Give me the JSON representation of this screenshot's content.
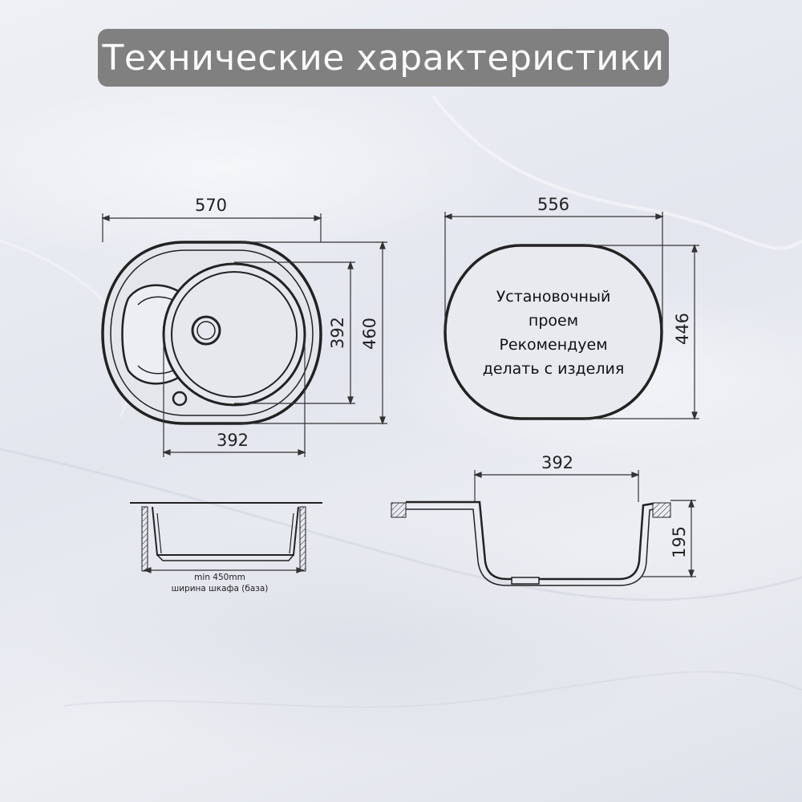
{
  "title": "Технические характеристики",
  "top_view": {
    "width": "570",
    "height": "460",
    "bowl_height": "392",
    "bowl_width": "392"
  },
  "cutout": {
    "width": "556",
    "height": "446",
    "text_lines": [
      "Установочный",
      "проем",
      "Рекомендуем",
      "делать с изделия"
    ]
  },
  "cabinet_section": {
    "note_line1": "min 450mm",
    "note_line2": "ширина шкафа (база)"
  },
  "profile_section": {
    "bowl_width": "392",
    "depth": "195"
  }
}
